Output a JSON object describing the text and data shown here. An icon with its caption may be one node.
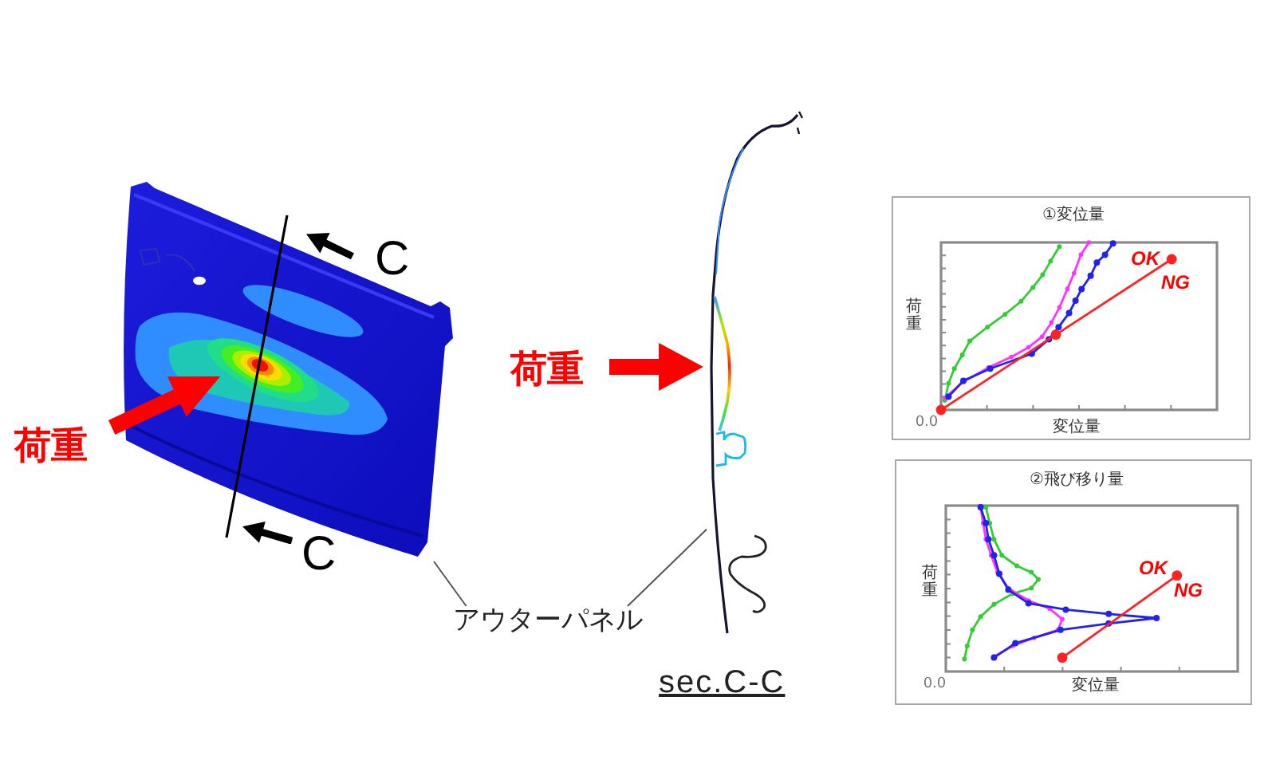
{
  "diagram": {
    "nodes": [
      {
        "text": [],
        "shape": "picture"
      },
      {
        "text": [],
        "shape": "picture"
      },
      {
        "text": [
          "アウターパネル"
        ]
      }
    ],
    "edges": [
      {
        "from": 2,
        "to": 0,
        "arrow": "none"
      },
      {
        "from": 2,
        "to": 1,
        "arrow": "none"
      }
    ],
    "labels": [
      "C",
      "荷重",
      "C",
      "荷重",
      "sec.C-C",
      "①変位量",
      "OK",
      "NG",
      "荷重",
      "0.0",
      "変位量",
      "②飛び移り量",
      "OK",
      "NG",
      "荷重",
      "0.0",
      "変位量"
    ]
  }
}
